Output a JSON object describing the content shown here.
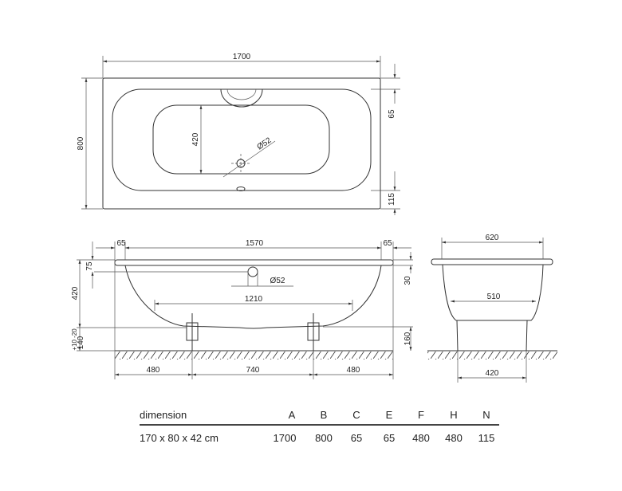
{
  "top_view": {
    "length": "1700",
    "width": "800",
    "floor_width": "420",
    "drain": "Ø52",
    "rim_top": "65",
    "rim_bottom": "115"
  },
  "side_view": {
    "rim_left": "65",
    "inner_length": "1570",
    "rim_right": "65",
    "overflow_height": "75",
    "depth": "420",
    "overflow": "Ø52",
    "rim_thickness": "30",
    "floor_length": "1210",
    "leg_height": "160",
    "leg_range": "+10 -20",
    "leg_base": "140",
    "foot_left": "480",
    "foot_spacing": "740",
    "foot_right": "480"
  },
  "end_view": {
    "width": "620",
    "floor_width": "510",
    "foot_spacing": "420"
  },
  "table": {
    "headers": [
      "dimension",
      "A",
      "B",
      "C",
      "E",
      "F",
      "H",
      "N"
    ],
    "row": [
      "170 x 80 x 42 cm",
      "1700",
      "800",
      "65",
      "65",
      "480",
      "480",
      "115"
    ]
  }
}
